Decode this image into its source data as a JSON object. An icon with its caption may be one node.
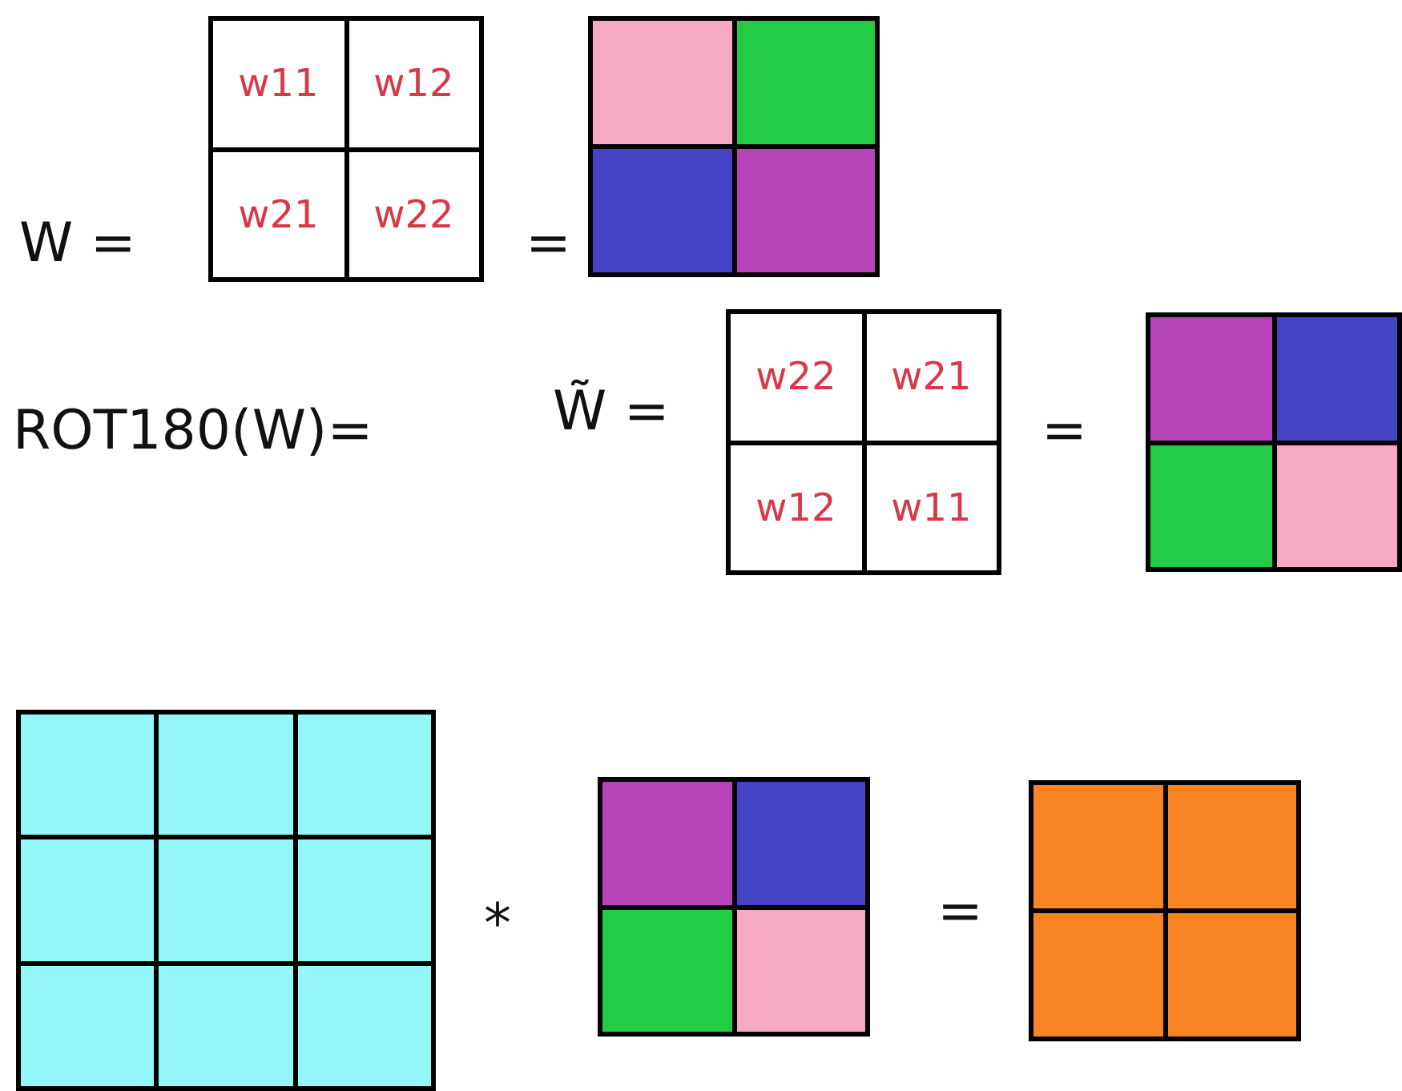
{
  "diagram": {
    "labels": [
      "W =",
      "w11",
      "w12",
      "w21",
      "w22",
      "=",
      "ROT180(W)=",
      "W̃ =",
      "w22",
      "w21",
      "w12",
      "w11",
      "=",
      "*",
      "="
    ]
  }
}
